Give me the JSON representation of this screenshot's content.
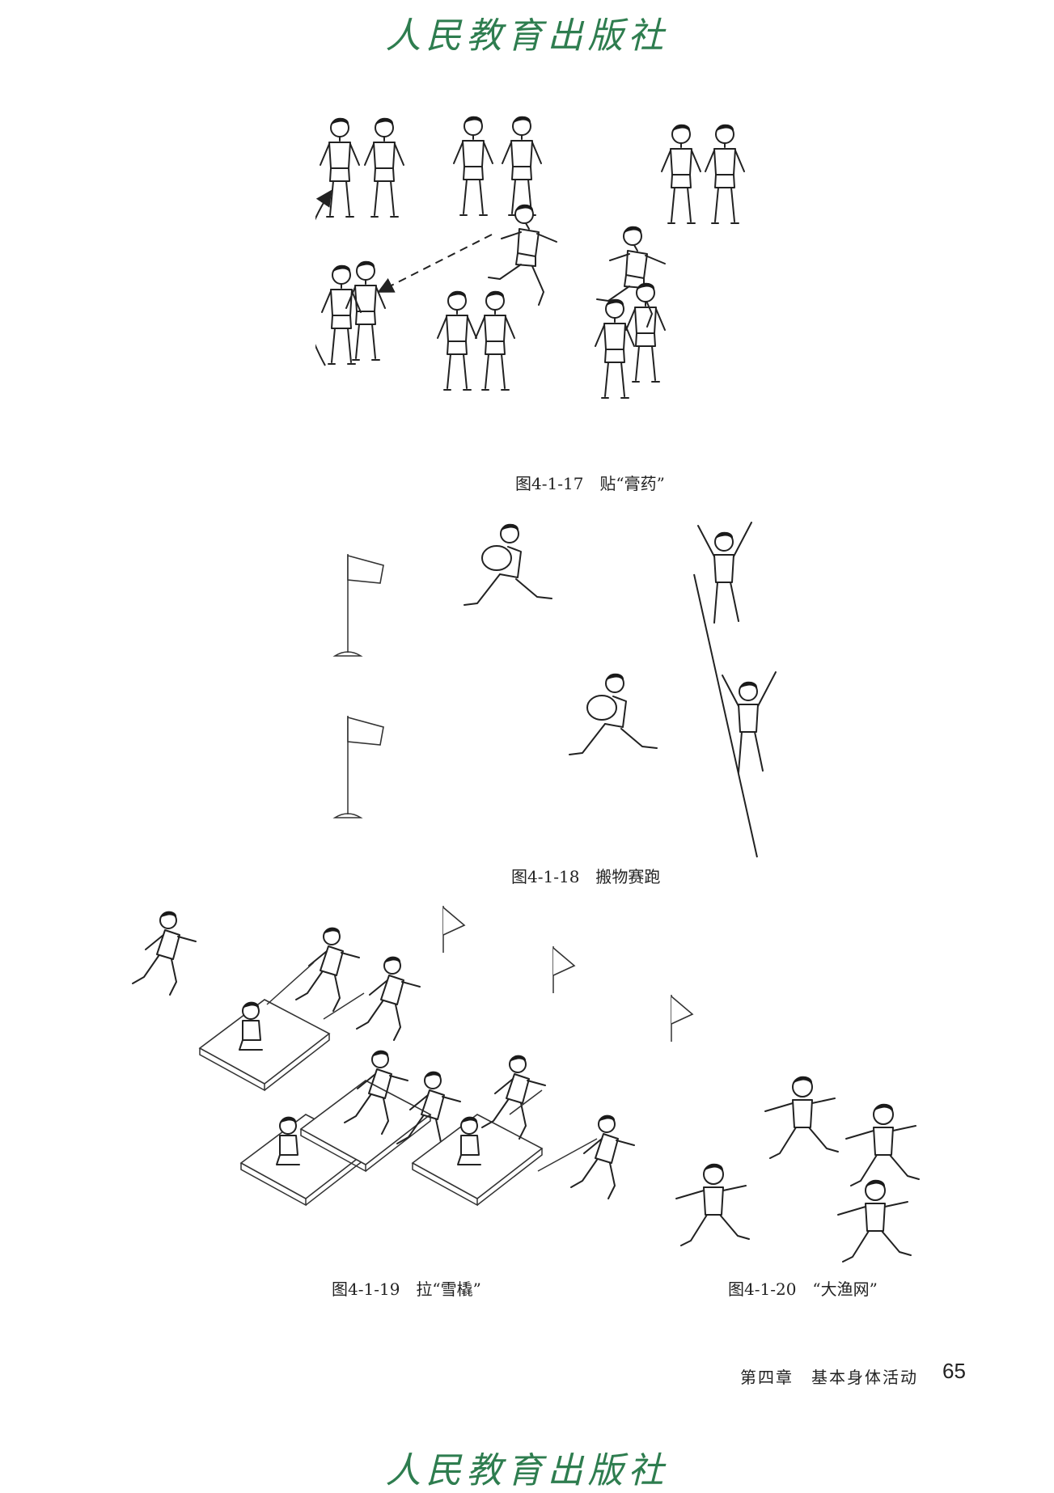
{
  "watermark": {
    "text": "人民教育出版社"
  },
  "figures": [
    {
      "id": "fig-17",
      "caption": "图4-1-17　贴“膏药”"
    },
    {
      "id": "fig-18",
      "caption": "图4-1-18　搬物赛跑"
    },
    {
      "id": "fig-19",
      "caption": "图4-1-19　拉“雪橇”"
    },
    {
      "id": "fig-20",
      "caption": "图4-1-20　“大渔网”"
    }
  ],
  "footer": {
    "chapter": "第四章　基本身体活动",
    "page_number": "65"
  }
}
